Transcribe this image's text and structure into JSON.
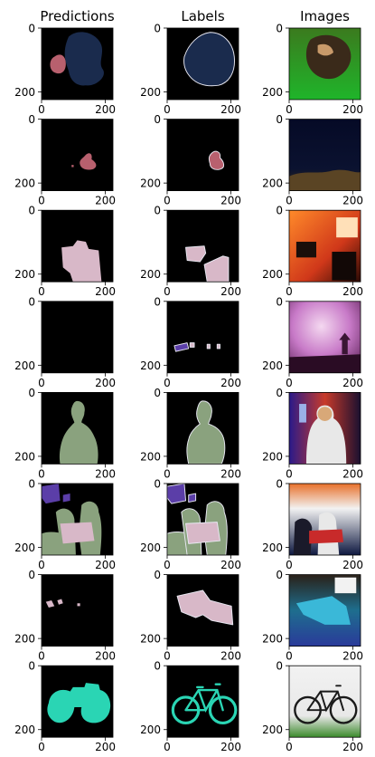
{
  "chart_data": {
    "type": "image_grid",
    "columns": [
      "Predictions",
      "Labels",
      "Images"
    ],
    "axis": {
      "x_ticks": [
        0,
        200
      ],
      "y_ticks": [
        0,
        200
      ],
      "xlim": [
        0,
        224
      ],
      "ylim": [
        224,
        0
      ]
    },
    "colors": {
      "background": "#000000",
      "dark_blue": "#1a2b4d",
      "rose": "#b8606e",
      "pink": "#d8b8c8",
      "violet": "#5b3ea8",
      "sage": "#8aa27e",
      "turquoise": "#2ad5b4",
      "outline": "#e8e8f2"
    },
    "rows": [
      {
        "prediction": [
          "dark_blue",
          "rose"
        ],
        "label": [
          "dark_blue"
        ],
        "image": "dog-on-grass-photo"
      },
      {
        "prediction": [
          "rose"
        ],
        "label": [
          "rose"
        ],
        "image": "bird-over-grass-photo"
      },
      {
        "prediction": [
          "pink"
        ],
        "label": [
          "pink"
        ],
        "image": "living-room-photo"
      },
      {
        "prediction": [],
        "label": [
          "violet",
          "pink"
        ],
        "image": "purple-sky-sunset-photo"
      },
      {
        "prediction": [
          "sage"
        ],
        "label": [
          "sage"
        ],
        "image": "child-thumbs-up-photo"
      },
      {
        "prediction": [
          "violet",
          "sage",
          "pink"
        ],
        "label": [
          "violet",
          "sage",
          "pink"
        ],
        "image": "people-on-sofa-photo"
      },
      {
        "prediction": [
          "pink"
        ],
        "label": [
          "pink"
        ],
        "image": "blue-sofa-room-photo"
      },
      {
        "prediction": [
          "turquoise"
        ],
        "label": [
          "turquoise"
        ],
        "image": "bicycle-photo"
      }
    ]
  }
}
